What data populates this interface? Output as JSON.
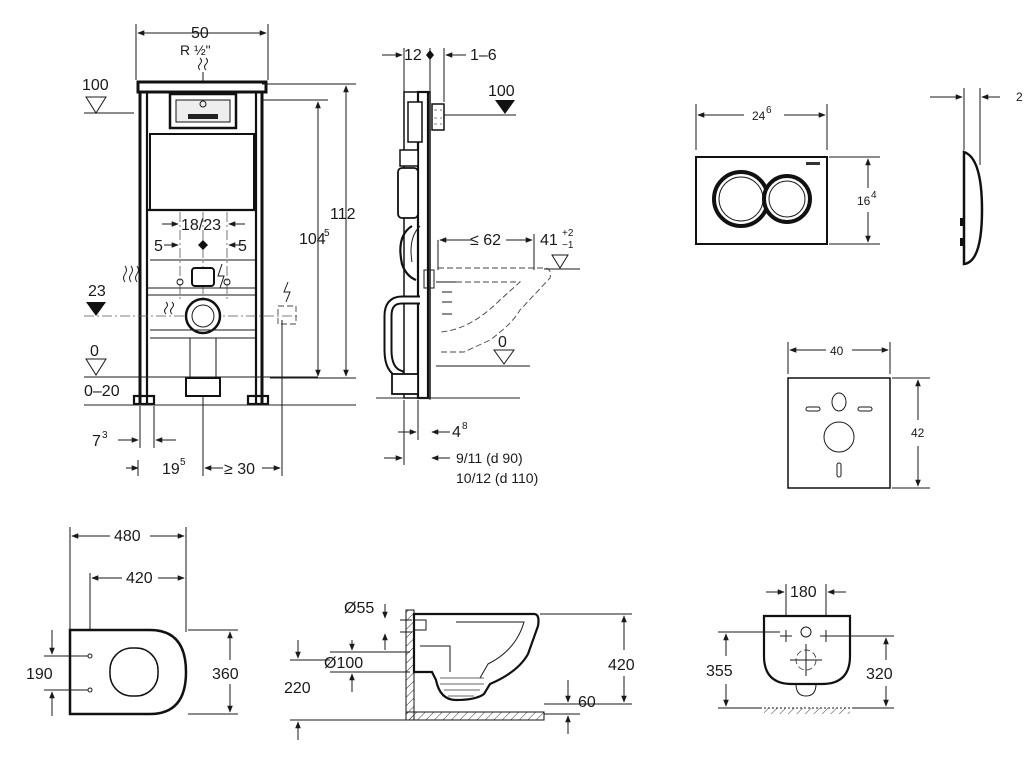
{
  "frame_front": {
    "width": "50",
    "inlet": "R ½\"",
    "level_100": "100",
    "height_112": "112",
    "height_104": "104",
    "height_104_sup": "5",
    "spacing": "18/23",
    "offset_left": "5",
    "offset_right": "5",
    "level_23": "23",
    "level_0": "0",
    "floor_range": "0–20",
    "dist_7": "7",
    "dist_7_sup": "3",
    "dist_19": "19",
    "dist_19_sup": "5",
    "clearance": "≥ 30"
  },
  "frame_side": {
    "depth_12": "12",
    "depth_1_6": "1–6",
    "level_100": "100",
    "reach": "≤ 62",
    "height_41": "41",
    "tol_plus": "+2",
    "tol_minus": "−1",
    "level_0": "0",
    "dim_4": "4",
    "dim_4_sup": "8",
    "pipe_90": "9/11  (d 90)",
    "pipe_110": "10/12 (d 110)"
  },
  "flush_plate": {
    "width": "24",
    "width_sup": "6",
    "height": "16",
    "height_sup": "4",
    "depth_partial": "2"
  },
  "sound_pad": {
    "width": "40",
    "height": "42"
  },
  "bowl_top": {
    "length": "480",
    "inner_length": "420",
    "seat_width": "190",
    "width": "360"
  },
  "bowl_side": {
    "d55": "Ø55",
    "d100": "Ø100",
    "h220": "220",
    "h420": "420",
    "h60": "60"
  },
  "bowl_back": {
    "spacing": "180",
    "h355": "355",
    "h320": "320"
  }
}
